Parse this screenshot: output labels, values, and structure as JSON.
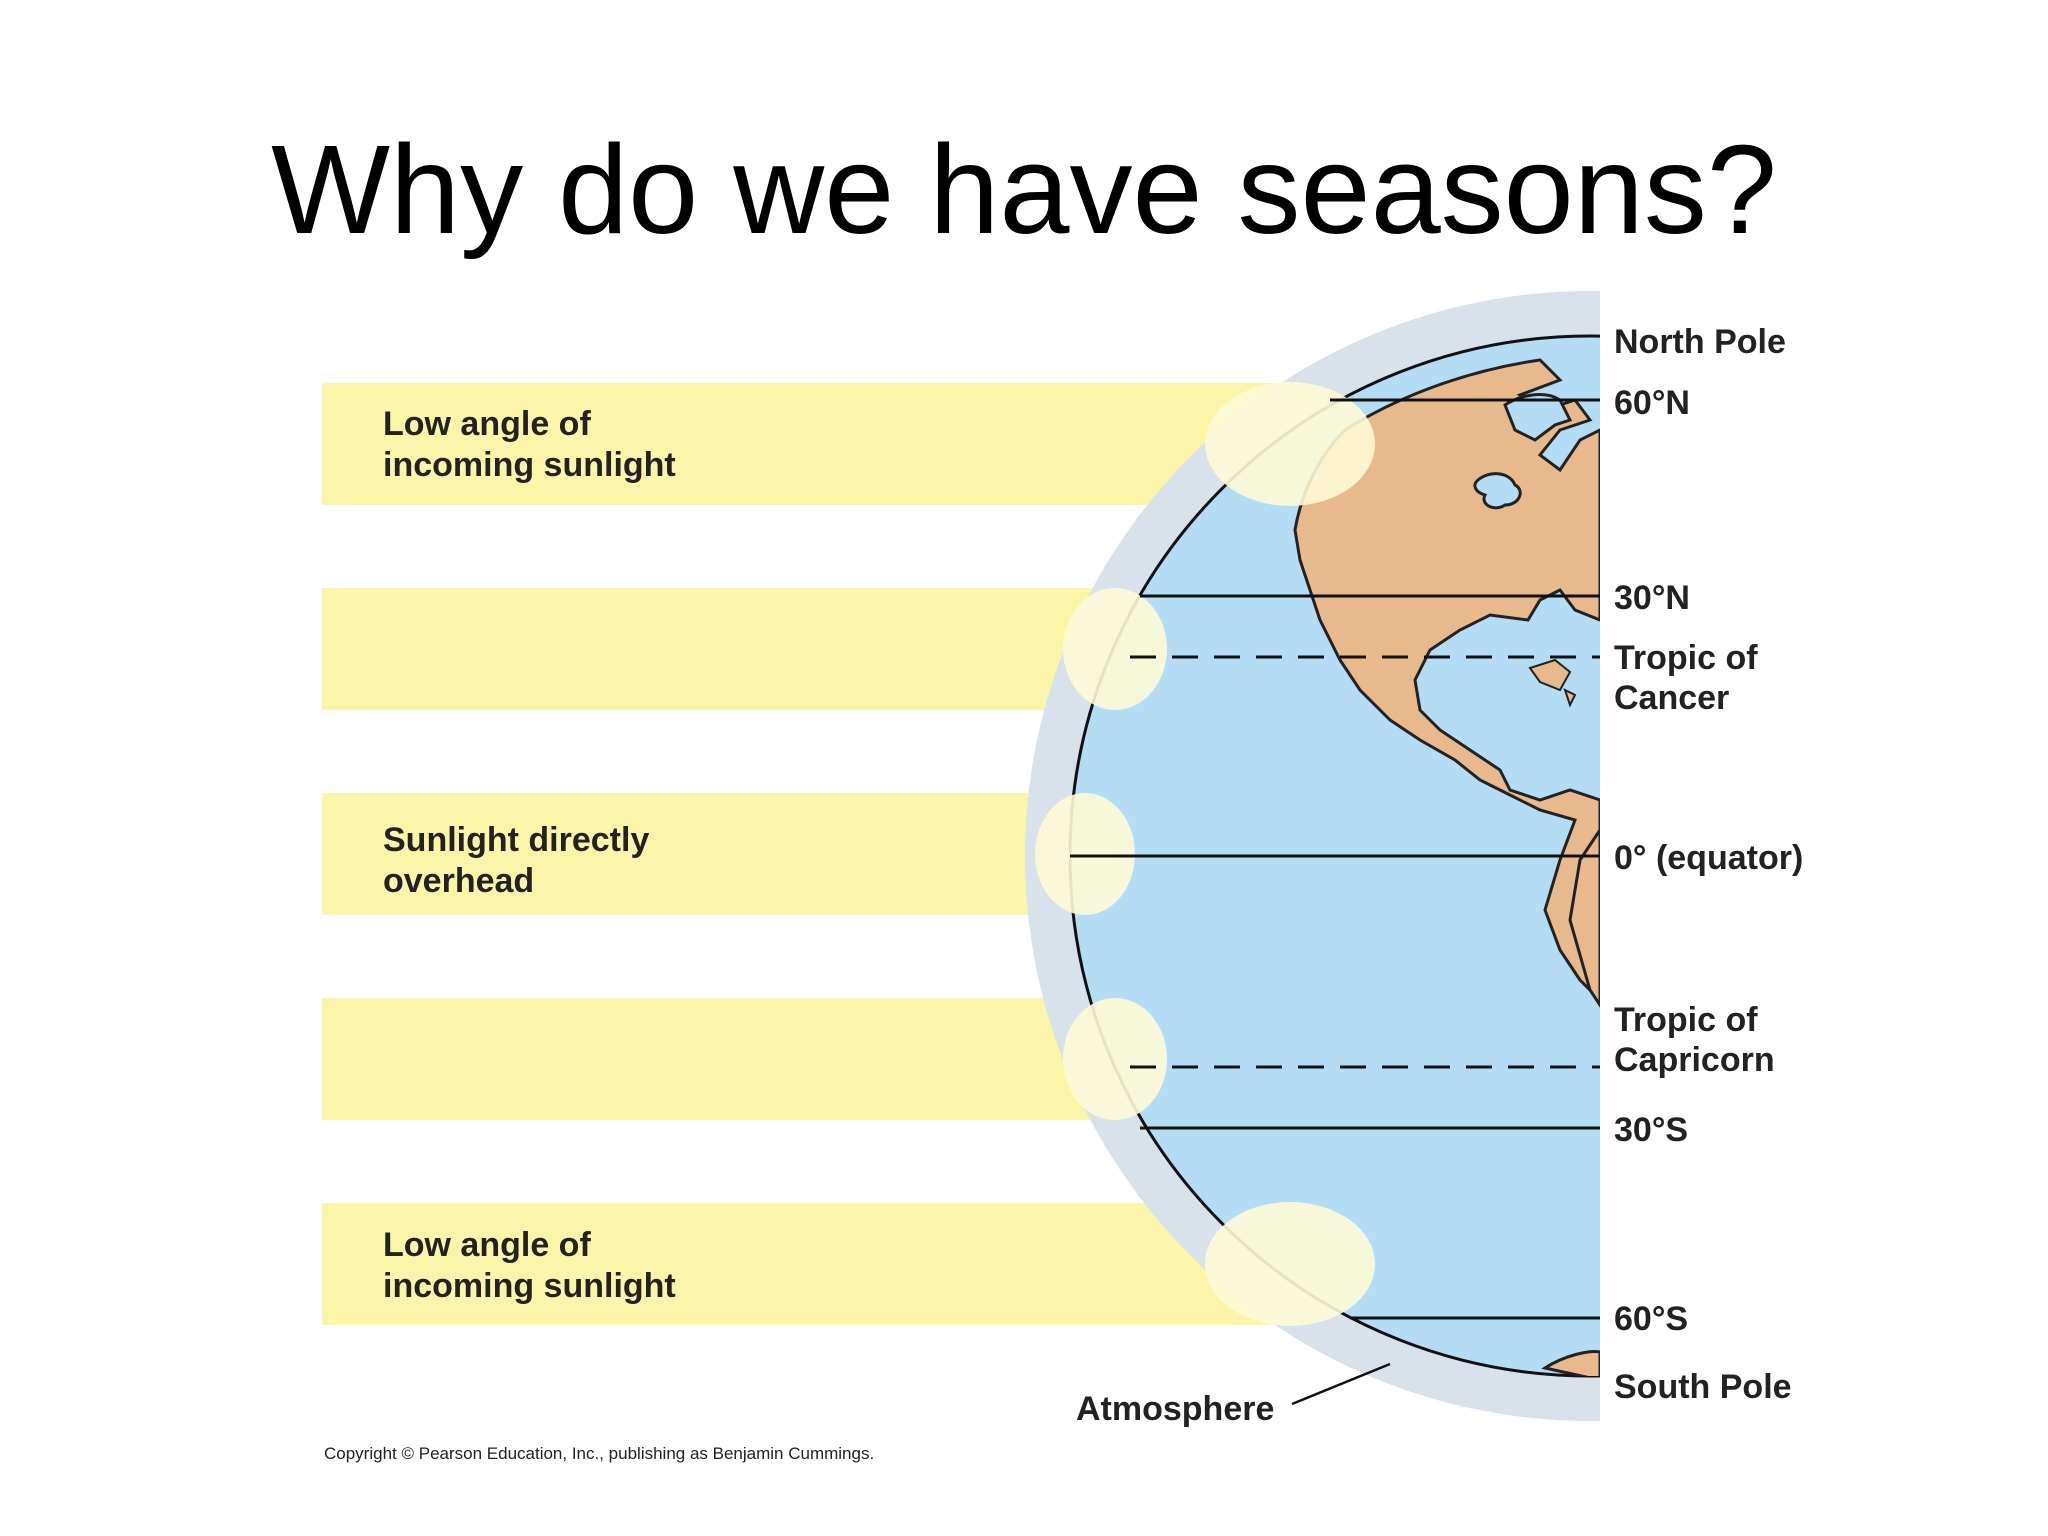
{
  "title": "Why do we have seasons?",
  "diagram": {
    "bands": [
      {
        "label_line1": "Low angle of",
        "label_line2": "incoming sunlight"
      },
      {
        "label_line1": "",
        "label_line2": ""
      },
      {
        "label_line1": "Sunlight directly",
        "label_line2": "overhead"
      },
      {
        "label_line1": "",
        "label_line2": ""
      },
      {
        "label_line1": "Low angle of",
        "label_line2": "incoming sunlight"
      }
    ],
    "latitudes": {
      "north_pole": "North Pole",
      "lat_60n": "60°N",
      "lat_30n": "30°N",
      "tropic_cancer_1": "Tropic of",
      "tropic_cancer_2": "Cancer",
      "equator": "0° (equator)",
      "tropic_capricorn_1": "Tropic of",
      "tropic_capricorn_2": "Capricorn",
      "lat_30s": "30°S",
      "lat_60s": "60°S",
      "south_pole": "South Pole"
    },
    "atmosphere_label": "Atmosphere",
    "copyright": "Copyright © Pearson Education, Inc., publishing as Benjamin Cummings.",
    "colors": {
      "sunlight": "#faf5a8",
      "ocean": "#b5dcf5",
      "land": "#e9b98e",
      "atmosphere": "#d9e2ea",
      "highlight": "#fdfbd6"
    }
  }
}
